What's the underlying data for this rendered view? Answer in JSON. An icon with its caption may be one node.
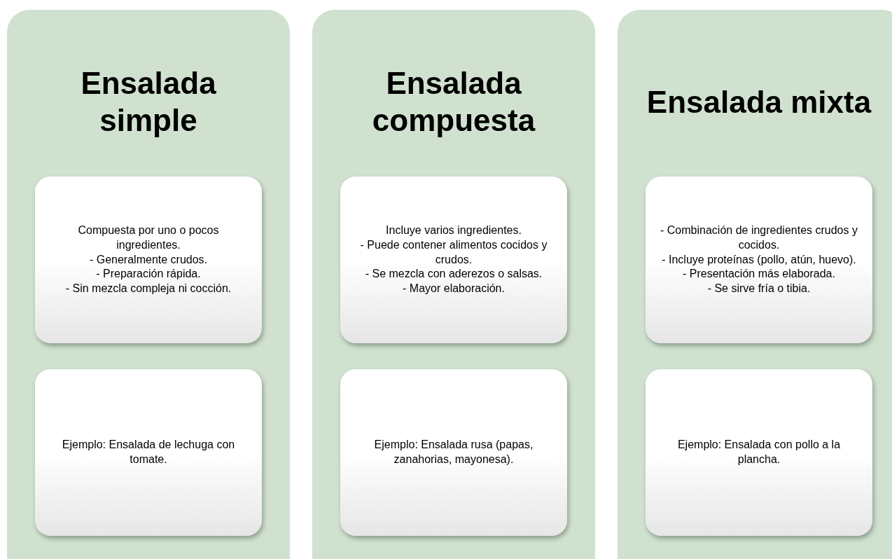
{
  "diagram": {
    "nodes": [
      {
        "text": [
          "Ensalada simple"
        ]
      },
      {
        "text": [
          "Compuesta por uno o pocos ingredientes.",
          "- Generalmente crudos.",
          "- Preparación rápida.",
          "- Sin mezcla compleja ni cocción."
        ],
        "in": 0
      },
      {
        "text": [
          "Ejemplo: Ensalada de lechuga con tomate."
        ],
        "in": 0
      },
      {
        "text": [
          "Ensalada compuesta"
        ]
      },
      {
        "text": [
          "Incluye varios ingredientes.",
          "- Puede contener alimentos cocidos y crudos.",
          "- Se mezcla con aderezos o salsas.",
          "- Mayor elaboración."
        ],
        "in": 3
      },
      {
        "text": [
          "Ejemplo: Ensalada rusa (papas, zanahorias, mayonesa)."
        ],
        "in": 3
      },
      {
        "text": [
          "Ensalada mixta"
        ]
      },
      {
        "text": [
          "- Combinación de ingredientes crudos y cocidos.",
          "- Incluye proteínas (pollo, atún, huevo).",
          "- Presentación más elaborada.",
          "- Se sirve fría o tibia."
        ],
        "in": 6
      },
      {
        "text": [
          "Ejemplo: Ensalada con pollo a la plancha."
        ],
        "in": 6
      }
    ]
  }
}
